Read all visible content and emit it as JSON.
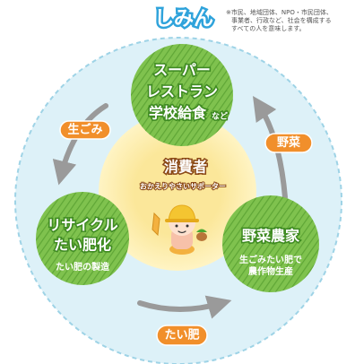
{
  "header": {
    "title": "しみん",
    "note_lines": [
      "※市民、地域団体、NPO・市民団体、",
      "事業者、行政など、社会を構成する",
      "すべての人を意味します。"
    ]
  },
  "center": {
    "title": "消費者",
    "subtitle": "おかえりやさいサポーター"
  },
  "nodes": {
    "top": {
      "lines": [
        "スーパー",
        "レストラン",
        "学校給食"
      ],
      "suffix": "など"
    },
    "left": {
      "lines": [
        "リサイクル",
        "たい肥化"
      ],
      "sub": "たい肥の製造"
    },
    "right": {
      "title": "野菜農家",
      "sub_lines": [
        "生ごみたい肥で",
        "農作物生産"
      ]
    }
  },
  "flows": {
    "garbage": "生ごみ",
    "vegetables": "野菜",
    "compost": "たい肥"
  },
  "colors": {
    "outer_circle_fill": "#ddf1f8",
    "outer_circle_stroke": "#9ed3e6",
    "inner_circle": "#fbe79a",
    "inner_circle_glow": "#fff4c4",
    "green_node": "#7fc24e",
    "green_node_dark": "#5fa636",
    "pill_orange": "#f18f2b",
    "header_blue": "#2fa3db",
    "center_brown": "#8b4a17",
    "arrow_gray": "#9a9a9a"
  },
  "icons": {
    "center_character": "hard-hat-mascot-icon"
  }
}
